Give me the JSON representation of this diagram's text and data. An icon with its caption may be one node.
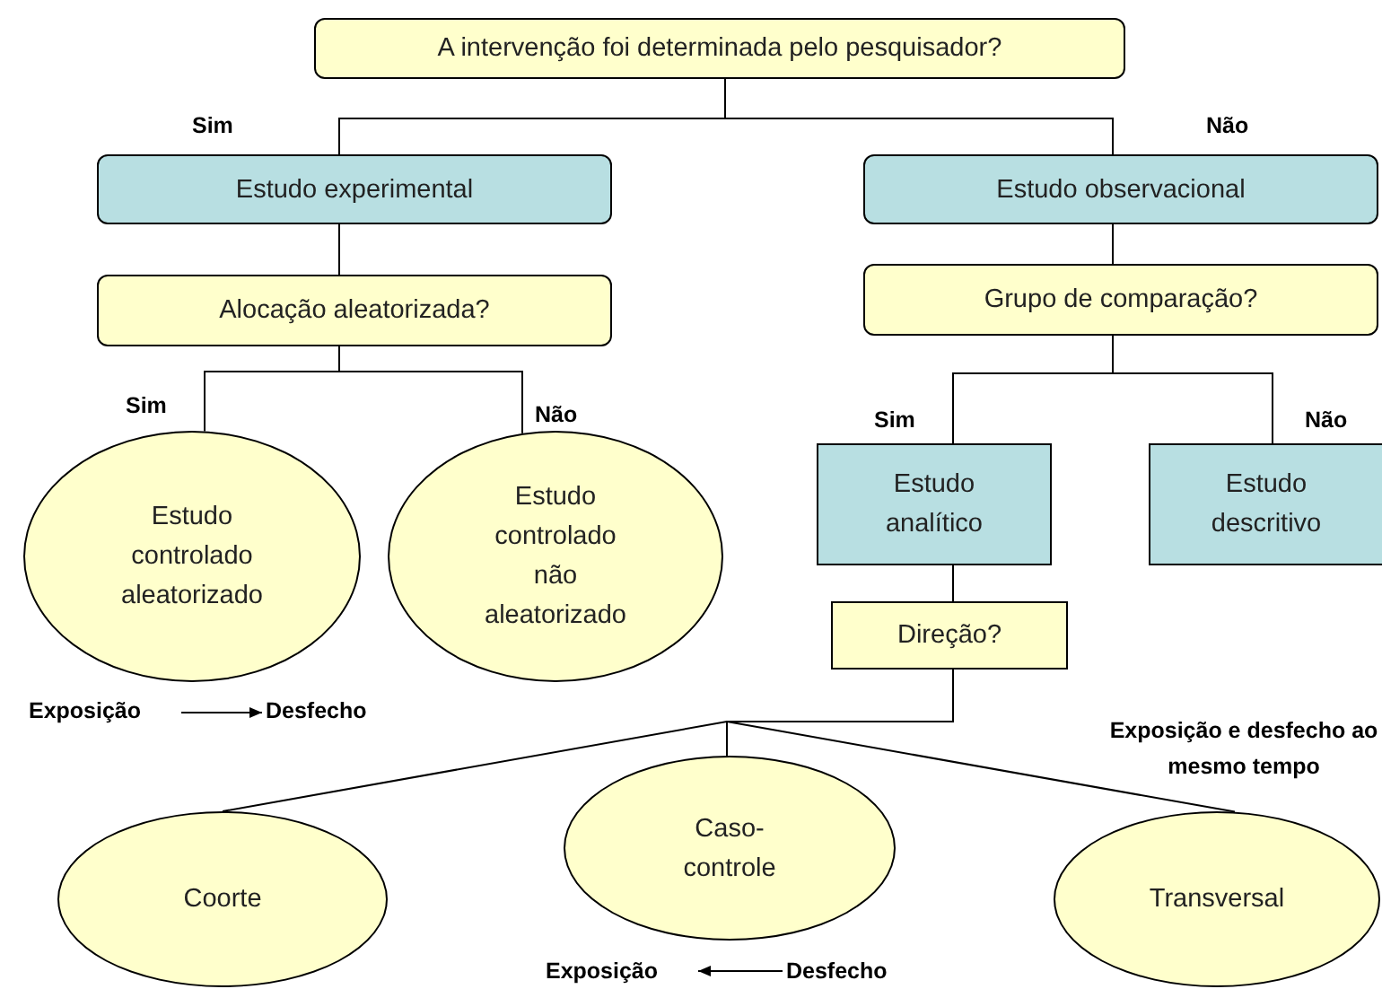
{
  "diagram": {
    "nodes": [
      {
        "text": [
          "A intervenção foi determinada pelo pesquisador?"
        ]
      },
      {
        "text": [
          "Estudo experimental"
        ]
      },
      {
        "text": [
          "Alocação aleatorizada?"
        ]
      },
      {
        "text": [
          "Estudo observacional"
        ]
      },
      {
        "text": [
          "Grupo de comparação?"
        ]
      },
      {
        "text": [
          "Estudo controlado aleatorizado"
        ]
      },
      {
        "text": [
          "Estudo controlado não aleatorizado"
        ]
      },
      {
        "text": [
          "Estudo analítico"
        ]
      },
      {
        "text": [
          "Estudo descritivo"
        ]
      },
      {
        "text": [
          "Direção?"
        ]
      },
      {
        "text": [
          "Coorte"
        ]
      },
      {
        "text": [
          "Caso-controle"
        ]
      },
      {
        "text": [
          "Transversal"
        ]
      }
    ],
    "edges": [
      {
        "from": 0,
        "to": 1,
        "arrow": "none"
      },
      {
        "from": 0,
        "to": 3,
        "arrow": "none"
      },
      {
        "from": 1,
        "to": 2,
        "arrow": "none"
      },
      {
        "from": 3,
        "to": 4,
        "arrow": "none"
      },
      {
        "from": 2,
        "to": 5,
        "arrow": "none"
      },
      {
        "from": 2,
        "to": 6,
        "arrow": "none"
      },
      {
        "from": 4,
        "to": 7,
        "arrow": "none"
      },
      {
        "from": 4,
        "to": 8,
        "arrow": "none"
      },
      {
        "from": 7,
        "to": 9,
        "arrow": "none"
      },
      {
        "from": 9,
        "to": 10,
        "arrow": "none"
      },
      {
        "from": 9,
        "to": 11,
        "arrow": "none"
      },
      {
        "from": 9,
        "to": 12,
        "arrow": "none"
      }
    ],
    "labels": [
      "Sim",
      "Não",
      "Sim",
      "Não",
      "Sim",
      "Não",
      "Exposição",
      "Desfecho",
      "Exposição e desfecho ao mesmo tempo",
      "Exposição",
      "Desfecho"
    ]
  }
}
